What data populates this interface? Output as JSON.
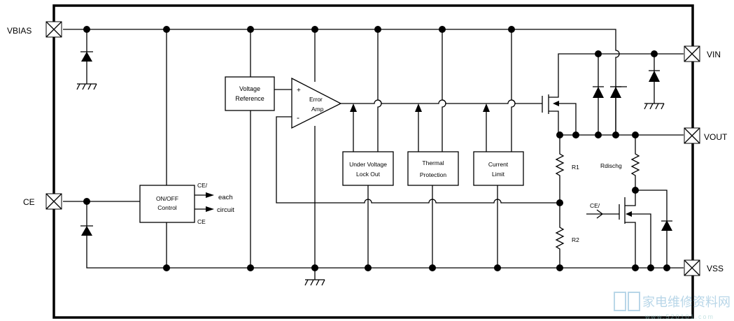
{
  "pins": {
    "vbias": "VBIAS",
    "ce": "CE",
    "vin": "VIN",
    "vout": "VOUT",
    "vss": "VSS"
  },
  "blocks": {
    "voltage_reference": [
      "Voltage",
      "Reference"
    ],
    "error_amp": [
      "Error",
      "Amp"
    ],
    "error_amp_plus": "+",
    "error_amp_minus": "-",
    "uvlo": [
      "Under Voltage",
      "Lock Out"
    ],
    "thermal": [
      "Thermal",
      "Protection"
    ],
    "current_limit": [
      "Current",
      "Limit"
    ],
    "onoff": [
      "ON/OFF",
      "Control"
    ]
  },
  "onoff_outputs": {
    "ce_bar": "CE/",
    "each": "each",
    "circuit": "circuit",
    "ce": "CE"
  },
  "components": {
    "r1": "R1",
    "r2": "R2",
    "rdischg": "Rdischg",
    "discharge_gate": "CE/"
  },
  "watermark": {
    "text": "家电维修资料网",
    "url": "www.520101.com"
  }
}
